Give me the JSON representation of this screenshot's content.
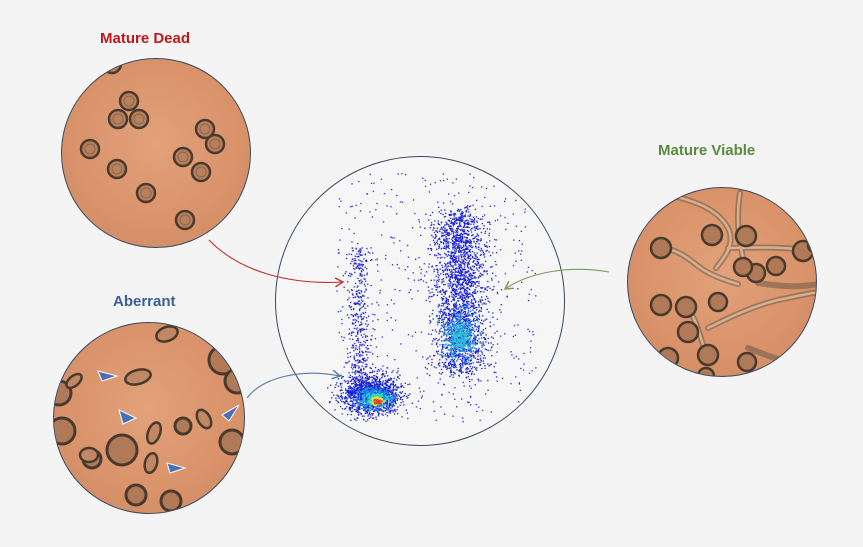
{
  "labels": {
    "mature_dead": "Mature Dead",
    "aberrant": "Aberrant",
    "mature_viable": "Mature Viable"
  },
  "colors": {
    "mature_dead": "#c0171c",
    "aberrant": "#3a5e96",
    "mature_viable": "#5a8a3c",
    "arrow_dead": "#c03030",
    "arrow_aberrant": "#5a7aa0",
    "arrow_viable": "#7a9a60",
    "marker": "#4a6fb5"
  },
  "icons": {
    "aberrant_markers": "blue-triangle-arrowhead"
  }
}
